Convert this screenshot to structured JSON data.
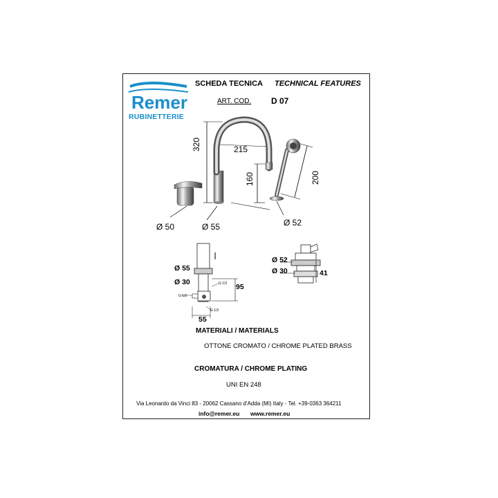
{
  "brand": {
    "logo_text": "Remer",
    "logo_subtitle": "RUBINETTERIE",
    "color": "#1a8fc9"
  },
  "header": {
    "title_it": "SCHEDA TECNICA",
    "title_en": "TECHNICAL FEATURES",
    "art_label": "ART. COD.",
    "art_code": "D 07"
  },
  "dimensions": {
    "height_320": "320",
    "spout_215": "215",
    "height_160": "160",
    "shower_200": "200",
    "dia_50": "Ø 50",
    "dia_55": "Ø 55",
    "dia_52": "Ø 52"
  },
  "detail_left": {
    "dia_55": "Ø 55",
    "dia_30": "Ø 30",
    "height_95": "95",
    "width_55": "55",
    "thread_a": "G 1/2",
    "thread_b": "G 1/2",
    "thread_c": "G 1/2"
  },
  "detail_right": {
    "dia_52": "Ø 52",
    "dia_30": "Ø 30",
    "height_41": "41"
  },
  "materials": {
    "heading": "MATERIALI / MATERIALS",
    "value": "OTTONE CROMATO / CHROME PLATED BRASS"
  },
  "plating": {
    "heading": "CROMATURA / CHROME PLATING",
    "value": "UNI EN 248"
  },
  "footer": {
    "address": "Via Leonardo da Vinci 83 - 20062 Cassano d'Adda (MI) Italy - Tel. +39-0363 364211",
    "email": "info@remer.eu",
    "website": "www.remer.eu"
  }
}
